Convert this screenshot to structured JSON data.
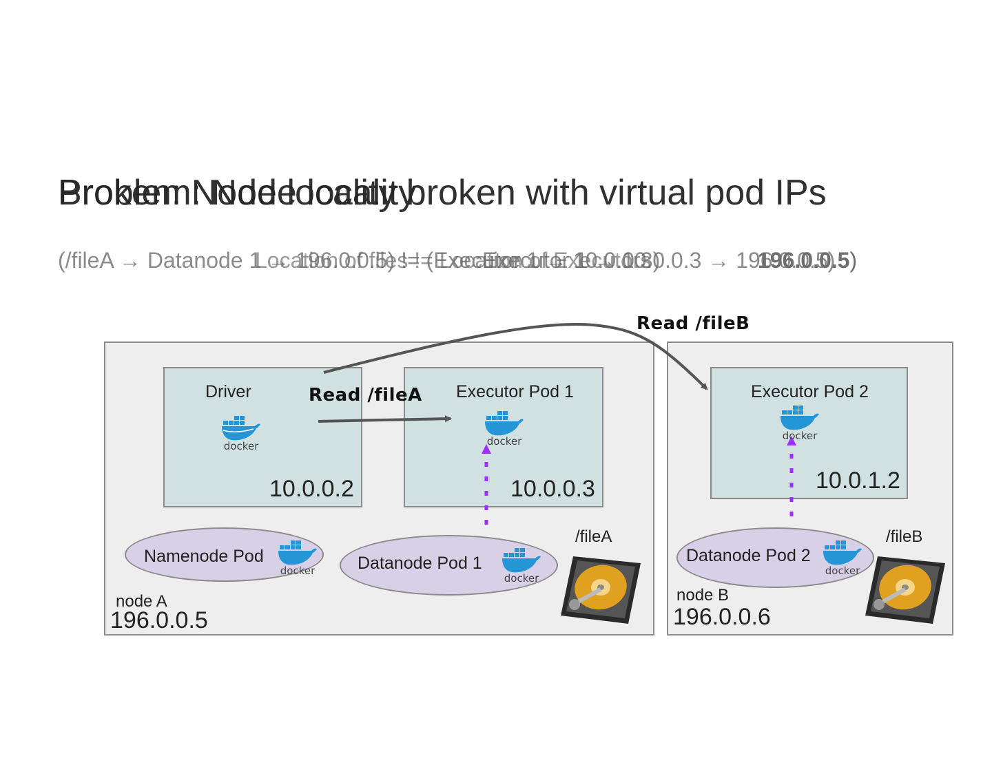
{
  "title_layers": [
    "Problem: Node locality",
    "Broken: Node locality broken with virtual pod IPs"
  ],
  "subtitle_layers": [
    "(/fileA → Datanode 1 → 196.0.0.5) != (Executor 1 → 10.0.0.3)",
    "Location of files != Location of Executors",
    "Executor 1 → 10.0.0.3 → 196.0.0.5)"
  ],
  "subtitle_suffix_bold": "196.0.0.5",
  "nodes": [
    {
      "name": "node A",
      "ip": "196.0.0.5"
    },
    {
      "name": "node B",
      "ip": "196.0.0.6"
    }
  ],
  "pods": {
    "driver": {
      "label": "Driver",
      "ip": "10.0.0.2"
    },
    "executor1": {
      "label": "Executor Pod 1",
      "ip": "10.0.0.3"
    },
    "executor2": {
      "label": "Executor Pod 2",
      "ip": "10.0.1.2"
    }
  },
  "ellipses": {
    "namenode": "Namenode Pod",
    "datanode1": "Datanode Pod 1",
    "datanode2": "Datanode Pod 2"
  },
  "reads": {
    "fileA": "Read /fileA",
    "fileB": "Read /fileB"
  },
  "files": {
    "a": "/fileA",
    "b": "/fileB"
  },
  "docker_word": "docker",
  "colors": {
    "node_bg": "#eeeeee",
    "pod_bg": "#d1e0e0",
    "ellipse_bg": "#d8d0e6",
    "arrow": "#555555",
    "dotted_arrow": "#9b30ff"
  },
  "icons": [
    "docker-whale-icon",
    "hard-disk-icon"
  ]
}
